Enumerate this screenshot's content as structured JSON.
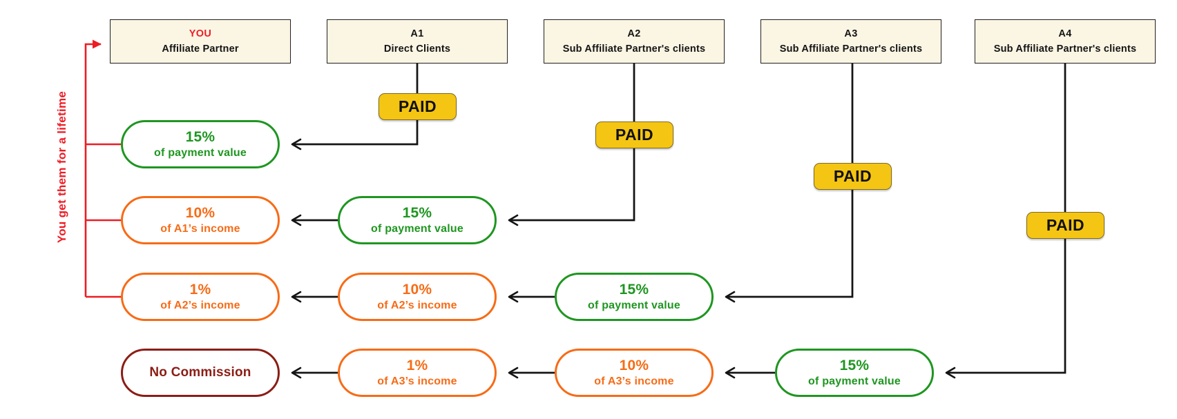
{
  "diagram": {
    "title_note": "You get them for a lifetime",
    "columns": [
      {
        "id": "you",
        "title": "YOU",
        "subtitle": "Affiliate Partner"
      },
      {
        "id": "a1",
        "title": "A1",
        "subtitle": "Direct Clients"
      },
      {
        "id": "a2",
        "title": "A2",
        "subtitle": "Sub Affiliate Partner's clients"
      },
      {
        "id": "a3",
        "title": "A3",
        "subtitle": "Sub Affiliate Partner's clients"
      },
      {
        "id": "a4",
        "title": "A4",
        "subtitle": "Sub Affiliate Partner's clients"
      }
    ],
    "paid_badges": [
      {
        "column": "A1",
        "label": "PAID"
      },
      {
        "column": "A2",
        "label": "PAID"
      },
      {
        "column": "A3",
        "label": "PAID"
      },
      {
        "column": "A4",
        "label": "PAID"
      }
    ],
    "pills": [
      {
        "row": 1,
        "col": 1,
        "variant": "green",
        "line1": "15%",
        "line2": "of payment value"
      },
      {
        "row": 2,
        "col": 1,
        "variant": "orange",
        "line1": "10%",
        "line2": "of A1’s income"
      },
      {
        "row": 2,
        "col": 2,
        "variant": "green",
        "line1": "15%",
        "line2": "of payment value"
      },
      {
        "row": 3,
        "col": 1,
        "variant": "orange",
        "line1": "1%",
        "line2": "of A2’s income"
      },
      {
        "row": 3,
        "col": 2,
        "variant": "orange",
        "line1": "10%",
        "line2": "of A2’s income"
      },
      {
        "row": 3,
        "col": 3,
        "variant": "green",
        "line1": "15%",
        "line2": "of payment value"
      },
      {
        "row": 4,
        "col": 1,
        "variant": "maroon",
        "line1": "No Commission",
        "line2": ""
      },
      {
        "row": 4,
        "col": 2,
        "variant": "orange",
        "line1": "1%",
        "line2": "of A3’s income"
      },
      {
        "row": 4,
        "col": 3,
        "variant": "orange",
        "line1": "10%",
        "line2": "of A3’s income"
      },
      {
        "row": 4,
        "col": 4,
        "variant": "green",
        "line1": "15%",
        "line2": "of payment value"
      }
    ],
    "colors": {
      "green": "#1e9620",
      "orange": "#f76b16",
      "maroon": "#8b1d15",
      "red": "#ee1c24",
      "badge_yellow": "#f5c514",
      "box_cream": "#fbf5e4",
      "line_black": "#141414"
    }
  }
}
